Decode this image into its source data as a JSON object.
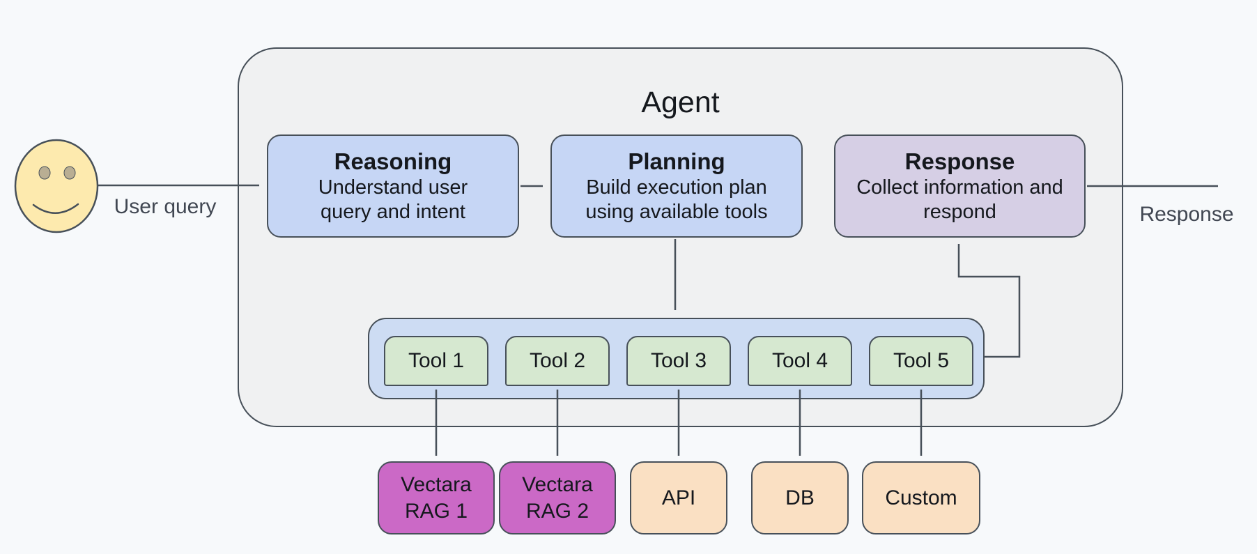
{
  "diagram": {
    "title": "Agent",
    "user": {
      "icon": "smiley-face",
      "query_label": "User query"
    },
    "agent": {
      "title": "Agent",
      "stages": [
        {
          "id": "reasoning",
          "title": "Reasoning",
          "description": "Understand user query and intent",
          "fill": "#c6d6f5"
        },
        {
          "id": "planning",
          "title": "Planning",
          "description": "Build execution plan using available tools",
          "fill": "#c6d6f5"
        },
        {
          "id": "response",
          "title": "Response",
          "description": "Collect information and respond",
          "fill": "#d6cfe5"
        }
      ],
      "toolbox": {
        "fill": "#cddcf3",
        "tool_fill": "#d6e8d0",
        "tools": [
          {
            "label": "Tool 1"
          },
          {
            "label": "Tool 2"
          },
          {
            "label": "Tool 3"
          },
          {
            "label": "Tool 4"
          },
          {
            "label": "Tool 5"
          }
        ]
      }
    },
    "datasources": [
      {
        "label": "Vectara RAG 1",
        "fill": "#cb69c6"
      },
      {
        "label": "Vectara RAG 2",
        "fill": "#cb69c6"
      },
      {
        "label": "API",
        "fill": "#fae0c3"
      },
      {
        "label": "DB",
        "fill": "#fae0c3"
      },
      {
        "label": "Custom",
        "fill": "#fae0c3"
      }
    ],
    "output_label": "Response",
    "connections": [
      {
        "from": "user",
        "to": "reasoning",
        "label": "User query",
        "bidirectional": false
      },
      {
        "from": "reasoning",
        "to": "planning",
        "bidirectional": false
      },
      {
        "from": "planning",
        "to": "toolbox",
        "bidirectional": false
      },
      {
        "from": "toolbox",
        "to": "response",
        "bidirectional": false
      },
      {
        "from": "response",
        "to": "output",
        "label": "Response",
        "bidirectional": false
      },
      {
        "from": "Tool 1",
        "to": "Vectara RAG 1",
        "bidirectional": true
      },
      {
        "from": "Tool 2",
        "to": "Vectara RAG 2",
        "bidirectional": true
      },
      {
        "from": "Tool 3",
        "to": "API",
        "bidirectional": true
      },
      {
        "from": "Tool 4",
        "to": "DB",
        "bidirectional": true
      },
      {
        "from": "Tool 5",
        "to": "Custom",
        "bidirectional": true
      }
    ],
    "colors": {
      "background": "#f7f9fb",
      "agent_fill": "#f0f1f2",
      "stage_blue": "#c6d6f5",
      "stage_purple": "#d6cfe5",
      "toolbox_blue": "#cddcf3",
      "tool_green": "#d6e8d0",
      "vectara_magenta": "#cb69c6",
      "datasource_peach": "#fae0c3",
      "user_yellow": "#fdeaae",
      "eye_tan": "#b9ae93",
      "line": "#475059"
    }
  }
}
